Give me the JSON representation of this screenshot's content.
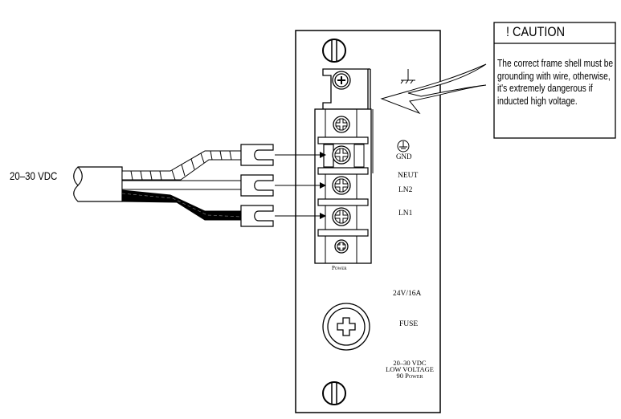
{
  "caution": {
    "title": "! CAUTION",
    "lines": [
      "The correct frame shell must be",
      "grounding with wire, otherwise,",
      "it's extremely dangerous if",
      "inducted high voltage."
    ]
  },
  "cable": {
    "label": "20–30 VDC"
  },
  "terminals": {
    "gnd": "GND",
    "neut": "NEUT",
    "ln2": "LN2",
    "ln1": "LN1",
    "block_label": "Power"
  },
  "fuse": {
    "rating": "24V/16A",
    "label": "FUSE"
  },
  "panel_spec": {
    "line1": "20–30 VDC",
    "line2": "LOW VOLTAGE",
    "line3": "90 Power"
  },
  "icons": [
    "chassis-ground-icon",
    "protective-earth-icon",
    "screw-icon",
    "fuse-cap-icon"
  ]
}
